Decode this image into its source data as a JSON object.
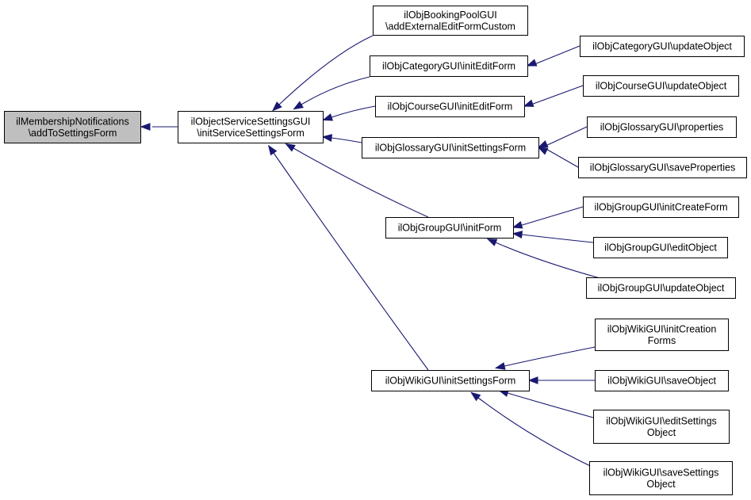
{
  "colors": {
    "edge": "#191970",
    "root_fill": "#bfbfbf",
    "node_fill": "#ffffff",
    "border": "#000000"
  },
  "nodes": {
    "membership": [
      "ilMembershipNotifications",
      "\\addToSettingsForm"
    ],
    "service": [
      "ilObjectServiceSettingsGUI",
      "\\initServiceSettingsForm"
    ],
    "booking": [
      "ilObjBookingPoolGUI",
      "\\addExternalEditFormCustom"
    ],
    "category_init": [
      "ilObjCategoryGUI\\initEditForm"
    ],
    "course_init": [
      "ilObjCourseGUI\\initEditForm"
    ],
    "glossary_init": [
      "ilObjGlossaryGUI\\initSettingsForm"
    ],
    "group_init": [
      "ilObjGroupGUI\\initForm"
    ],
    "wiki_init": [
      "ilObjWikiGUI\\initSettingsForm"
    ],
    "category_update": [
      "ilObjCategoryGUI\\updateObject"
    ],
    "course_update": [
      "ilObjCourseGUI\\updateObject"
    ],
    "glossary_props": [
      "ilObjGlossaryGUI\\properties"
    ],
    "glossary_save": [
      "ilObjGlossaryGUI\\saveProperties"
    ],
    "group_create": [
      "ilObjGroupGUI\\initCreateForm"
    ],
    "group_edit": [
      "ilObjGroupGUI\\editObject"
    ],
    "group_update": [
      "ilObjGroupGUI\\updateObject"
    ],
    "wiki_creation": [
      "ilObjWikiGUI\\initCreation",
      "Forms"
    ],
    "wiki_save": [
      "ilObjWikiGUI\\saveObject"
    ],
    "wiki_edit": [
      "ilObjWikiGUI\\editSettings",
      "Object"
    ],
    "wiki_savesettings": [
      "ilObjWikiGUI\\saveSettings",
      "Object"
    ]
  },
  "edges": [
    [
      "service",
      "membership"
    ],
    [
      "booking",
      "service"
    ],
    [
      "category_init",
      "service"
    ],
    [
      "course_init",
      "service"
    ],
    [
      "glossary_init",
      "service"
    ],
    [
      "group_init",
      "service"
    ],
    [
      "wiki_init",
      "service"
    ],
    [
      "category_update",
      "category_init"
    ],
    [
      "course_update",
      "course_init"
    ],
    [
      "glossary_props",
      "glossary_init"
    ],
    [
      "glossary_save",
      "glossary_init"
    ],
    [
      "group_create",
      "group_init"
    ],
    [
      "group_edit",
      "group_init"
    ],
    [
      "group_update",
      "group_init"
    ],
    [
      "wiki_creation",
      "wiki_init"
    ],
    [
      "wiki_save",
      "wiki_init"
    ],
    [
      "wiki_edit",
      "wiki_init"
    ],
    [
      "wiki_savesettings",
      "wiki_init"
    ]
  ]
}
